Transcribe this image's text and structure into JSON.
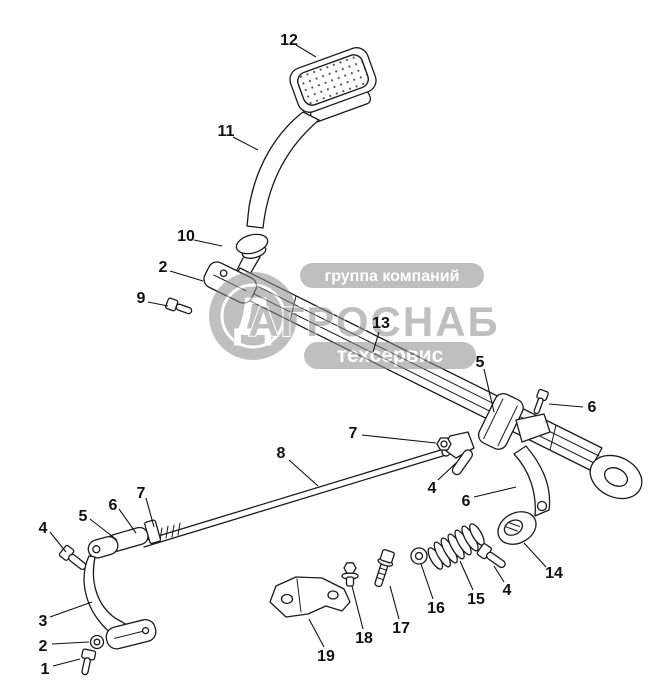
{
  "watermark": {
    "company_type": "группа компаний",
    "brand": "АГРОСНАБ",
    "division": "техсервис",
    "logo_glyph": "Д",
    "color": "#8c8c8c"
  },
  "callouts": [
    {
      "label": "12"
    },
    {
      "label": "11"
    },
    {
      "label": "10"
    },
    {
      "label": "2"
    },
    {
      "label": "9"
    },
    {
      "label": "13"
    },
    {
      "label": "5"
    },
    {
      "label": "6"
    },
    {
      "label": "7"
    },
    {
      "label": "8"
    },
    {
      "label": "4"
    },
    {
      "label": "6"
    },
    {
      "label": "7"
    },
    {
      "label": "6"
    },
    {
      "label": "5"
    },
    {
      "label": "4"
    },
    {
      "label": "3"
    },
    {
      "label": "2"
    },
    {
      "label": "1"
    },
    {
      "label": "19"
    },
    {
      "label": "18"
    },
    {
      "label": "17"
    },
    {
      "label": "16"
    },
    {
      "label": "15"
    },
    {
      "label": "14"
    },
    {
      "label": "4"
    }
  ]
}
